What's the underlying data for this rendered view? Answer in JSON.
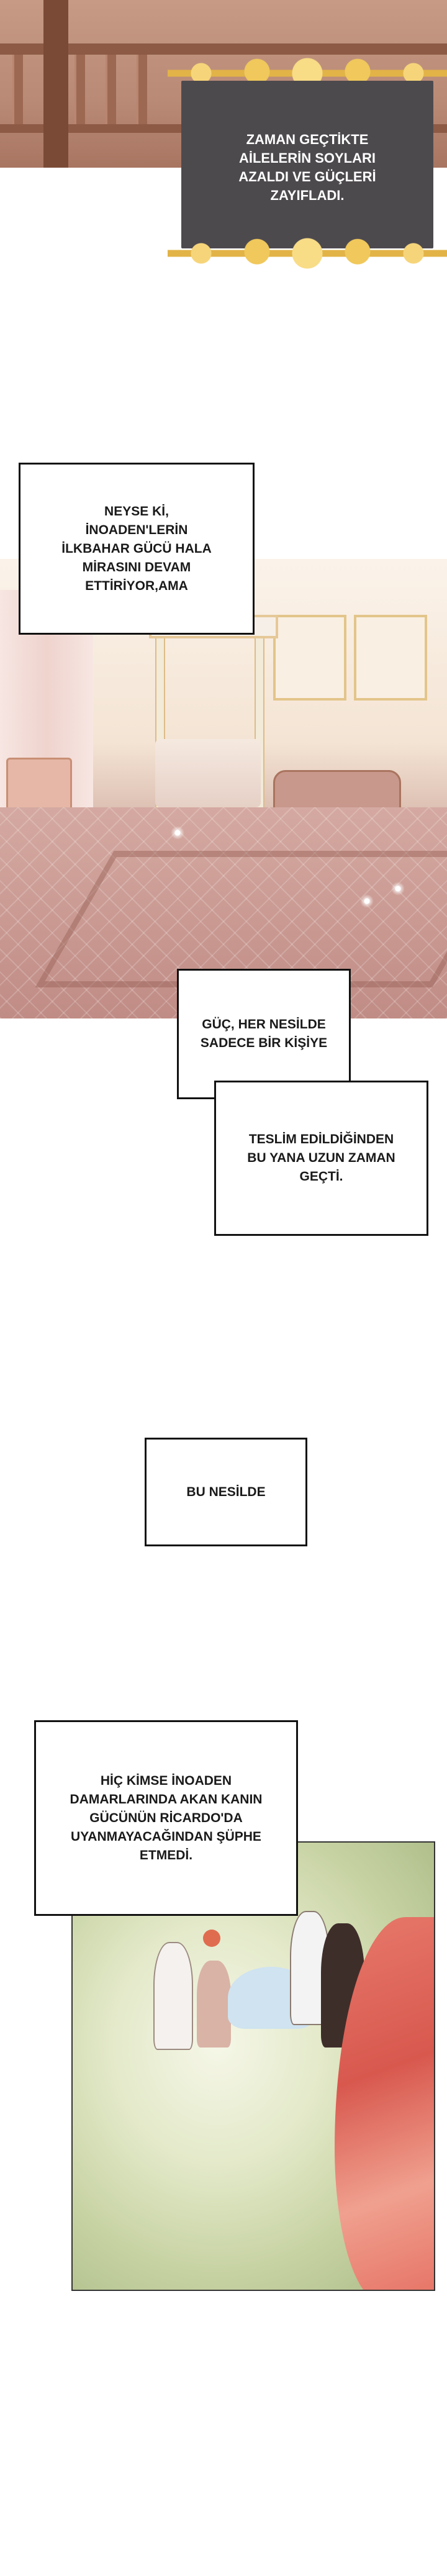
{
  "captions": {
    "frame_text": "ZAMAN GEÇTİKTE\nAİLELERİN SOYLARI\nAZALDI VE GÜÇLERİ\nZAYIFLADI.",
    "box1": "NEYSE Kİ,\nİNOADEN'LERİN\nİLKBAHAR GÜCÜ HALA\nMİRASINI DEVAM\nETTİRİYOR,AMA",
    "box2": "GÜÇ, HER NESİLDE\nSADECE BİR KİŞİYE",
    "box3": "TESLİM EDİLDİĞİNDEN\nBU YANA UZUN ZAMAN\nGEÇTİ.",
    "box4": "BU NESİLDE",
    "box5": "HİÇ KİMSE İNOADEN\nDAMARLARINDA AKAN KANIN\nGÜCÜNÜN RİCARDO'DA\nUYANMAYACAĞINDAN ŞÜPHE\nETMEDİ."
  },
  "colors": {
    "frame_background": "#4d4a4e",
    "gold": "#f0c85b",
    "caption_border": "#111111"
  }
}
